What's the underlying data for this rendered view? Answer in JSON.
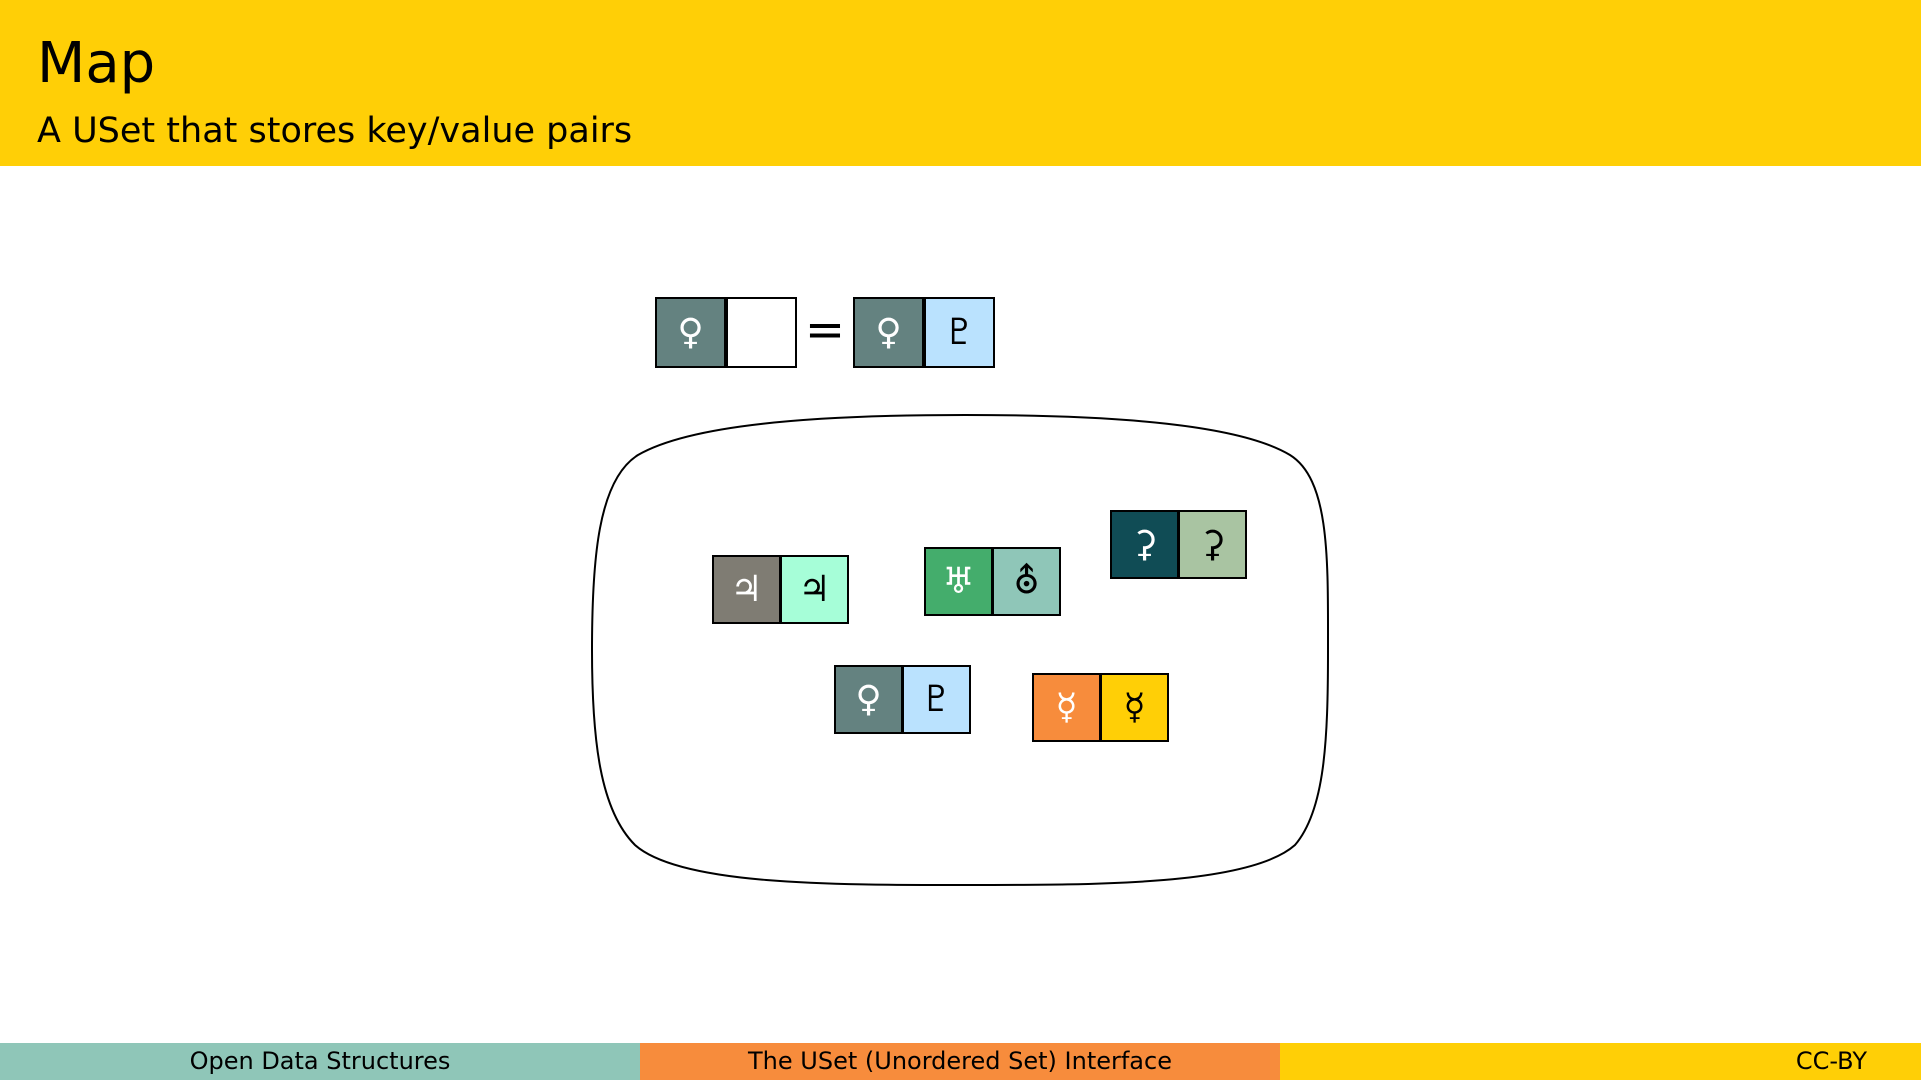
{
  "slide": {
    "title": "Map",
    "subtitle": "A USet that stores key/value pairs"
  },
  "colors": {
    "header_bg": "#FFCF06",
    "footer_left_bg": "#8FC6B8",
    "footer_mid_bg": "#F78C3C",
    "footer_right_bg": "#FFCF06"
  },
  "diagram": {
    "equation": {
      "operator": "=",
      "lhs": {
        "key": {
          "glyph": "♀",
          "icon": "pluto-symbol-icon",
          "color": "#648280",
          "text_color": "#ffffff"
        },
        "value": {
          "glyph": "",
          "icon": "empty-slot",
          "color": "#ffffff",
          "text_color": "#000000"
        }
      },
      "rhs": {
        "key": {
          "glyph": "♀",
          "icon": "pluto-symbol-icon",
          "color": "#648280",
          "text_color": "#ffffff"
        },
        "value": {
          "glyph": "♇",
          "icon": "pluto-monogram-icon",
          "color": "#BAE2FE",
          "text_color": "#000000"
        }
      }
    },
    "pairs": [
      {
        "name": "pair-jupiter",
        "key": {
          "glyph": "♃",
          "icon": "jupiter-symbol-icon",
          "color": "#7F7C73",
          "text_color": "#ffffff"
        },
        "value": {
          "glyph": "♃",
          "icon": "jupiter-alt-symbol-icon",
          "color": "#A6FED8",
          "text_color": "#000000"
        }
      },
      {
        "name": "pair-uranus",
        "key": {
          "glyph": "♅",
          "icon": "uranus-symbol-icon",
          "color": "#44AD6C",
          "text_color": "#ffffff"
        },
        "value": {
          "glyph": "⛢",
          "icon": "uranus-alt-symbol-icon",
          "color": "#8FC6B8",
          "text_color": "#000000"
        }
      },
      {
        "name": "pair-ceres",
        "key": {
          "glyph": "⚳",
          "icon": "ceres-symbol-icon",
          "color": "#104C55",
          "text_color": "#ffffff"
        },
        "value": {
          "glyph": "⚳",
          "icon": "ceres-alt-symbol-icon",
          "color": "#A9C4A2",
          "text_color": "#000000"
        }
      },
      {
        "name": "pair-pluto",
        "key": {
          "glyph": "♀",
          "icon": "pluto-symbol-icon",
          "color": "#648280",
          "text_color": "#ffffff"
        },
        "value": {
          "glyph": "♇",
          "icon": "pluto-monogram-icon",
          "color": "#BAE2FE",
          "text_color": "#000000"
        }
      },
      {
        "name": "pair-mercury",
        "key": {
          "glyph": "☿",
          "icon": "mercury-symbol-icon",
          "color": "#F78C3C",
          "text_color": "#ffffff"
        },
        "value": {
          "glyph": "☿",
          "icon": "mercury-alt-symbol-icon",
          "color": "#FFCF06",
          "text_color": "#000000"
        }
      }
    ]
  },
  "footer": {
    "left": "Open Data Structures",
    "middle": "The USet (Unordered Set) Interface",
    "right": "CC-BY"
  }
}
